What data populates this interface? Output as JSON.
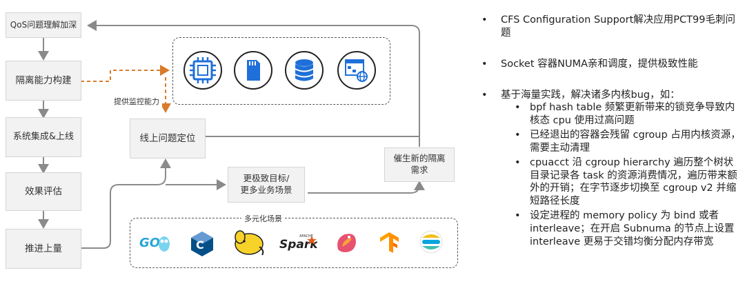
{
  "left_column": [
    {
      "id": "qos",
      "label": "QoS问题理解加深"
    },
    {
      "id": "isolation",
      "label": "隔离能力构建"
    },
    {
      "id": "integration",
      "label": "系统集成&上线"
    },
    {
      "id": "evaluation",
      "label": "效果评估"
    },
    {
      "id": "rollout",
      "label": "推进上量"
    }
  ],
  "online_locate": "线上问题定位",
  "monitor_label": "提供监控能力",
  "goal_box": "更极致目标/\n更多业务场景",
  "new_needs": "催生新的隔离\n需求",
  "scenario_label": "多元化场景",
  "resource_icons": [
    "cpu-icon",
    "memory-card-icon",
    "database-icon",
    "network-topology-icon"
  ],
  "scenario_icons": [
    "go-logo-icon",
    "cplusplus-logo-icon",
    "hadoop-logo-icon",
    "spark-logo-icon",
    "flink-logo-icon",
    "tensorflow-logo-icon",
    "elastic-logo-icon"
  ],
  "scenario_icon_text": {
    "go": "GO",
    "cpp": "C",
    "spark": "Spark",
    "spark_small": "APACHE"
  },
  "bullets": [
    {
      "text": "CFS Configuration Support解决应用PCT99毛刺问题"
    },
    {
      "text": "Socket 容器NUMA亲和调度，提供极致性能"
    },
    {
      "text": "基于海量实践，解决诸多内核bug，如：",
      "sub": [
        "bpf hash table 频繁更新带来的锁竞争导致内核态 cpu 使用过高问题",
        "已经退出的容器会残留 cgroup 占用内核资源，需要主动清理",
        "cpuacct 沿 cgroup hierarchy 遍历整个树状目录记录各 task 的资源消费情况，遍历带来额外的开销；在字节逐步切换至 cgroup v2 并缩短路径长度",
        "设定进程的 memory policy 为 bind 或者 interleave；在开启 Subnuma 的节点上设置 interleave 更易于交错均衡分配内存带宽"
      ]
    }
  ],
  "colors": {
    "accent": "#1e6fd9",
    "orange": "#d97b2a",
    "box": "#f2f2f2",
    "line": "#888888"
  }
}
